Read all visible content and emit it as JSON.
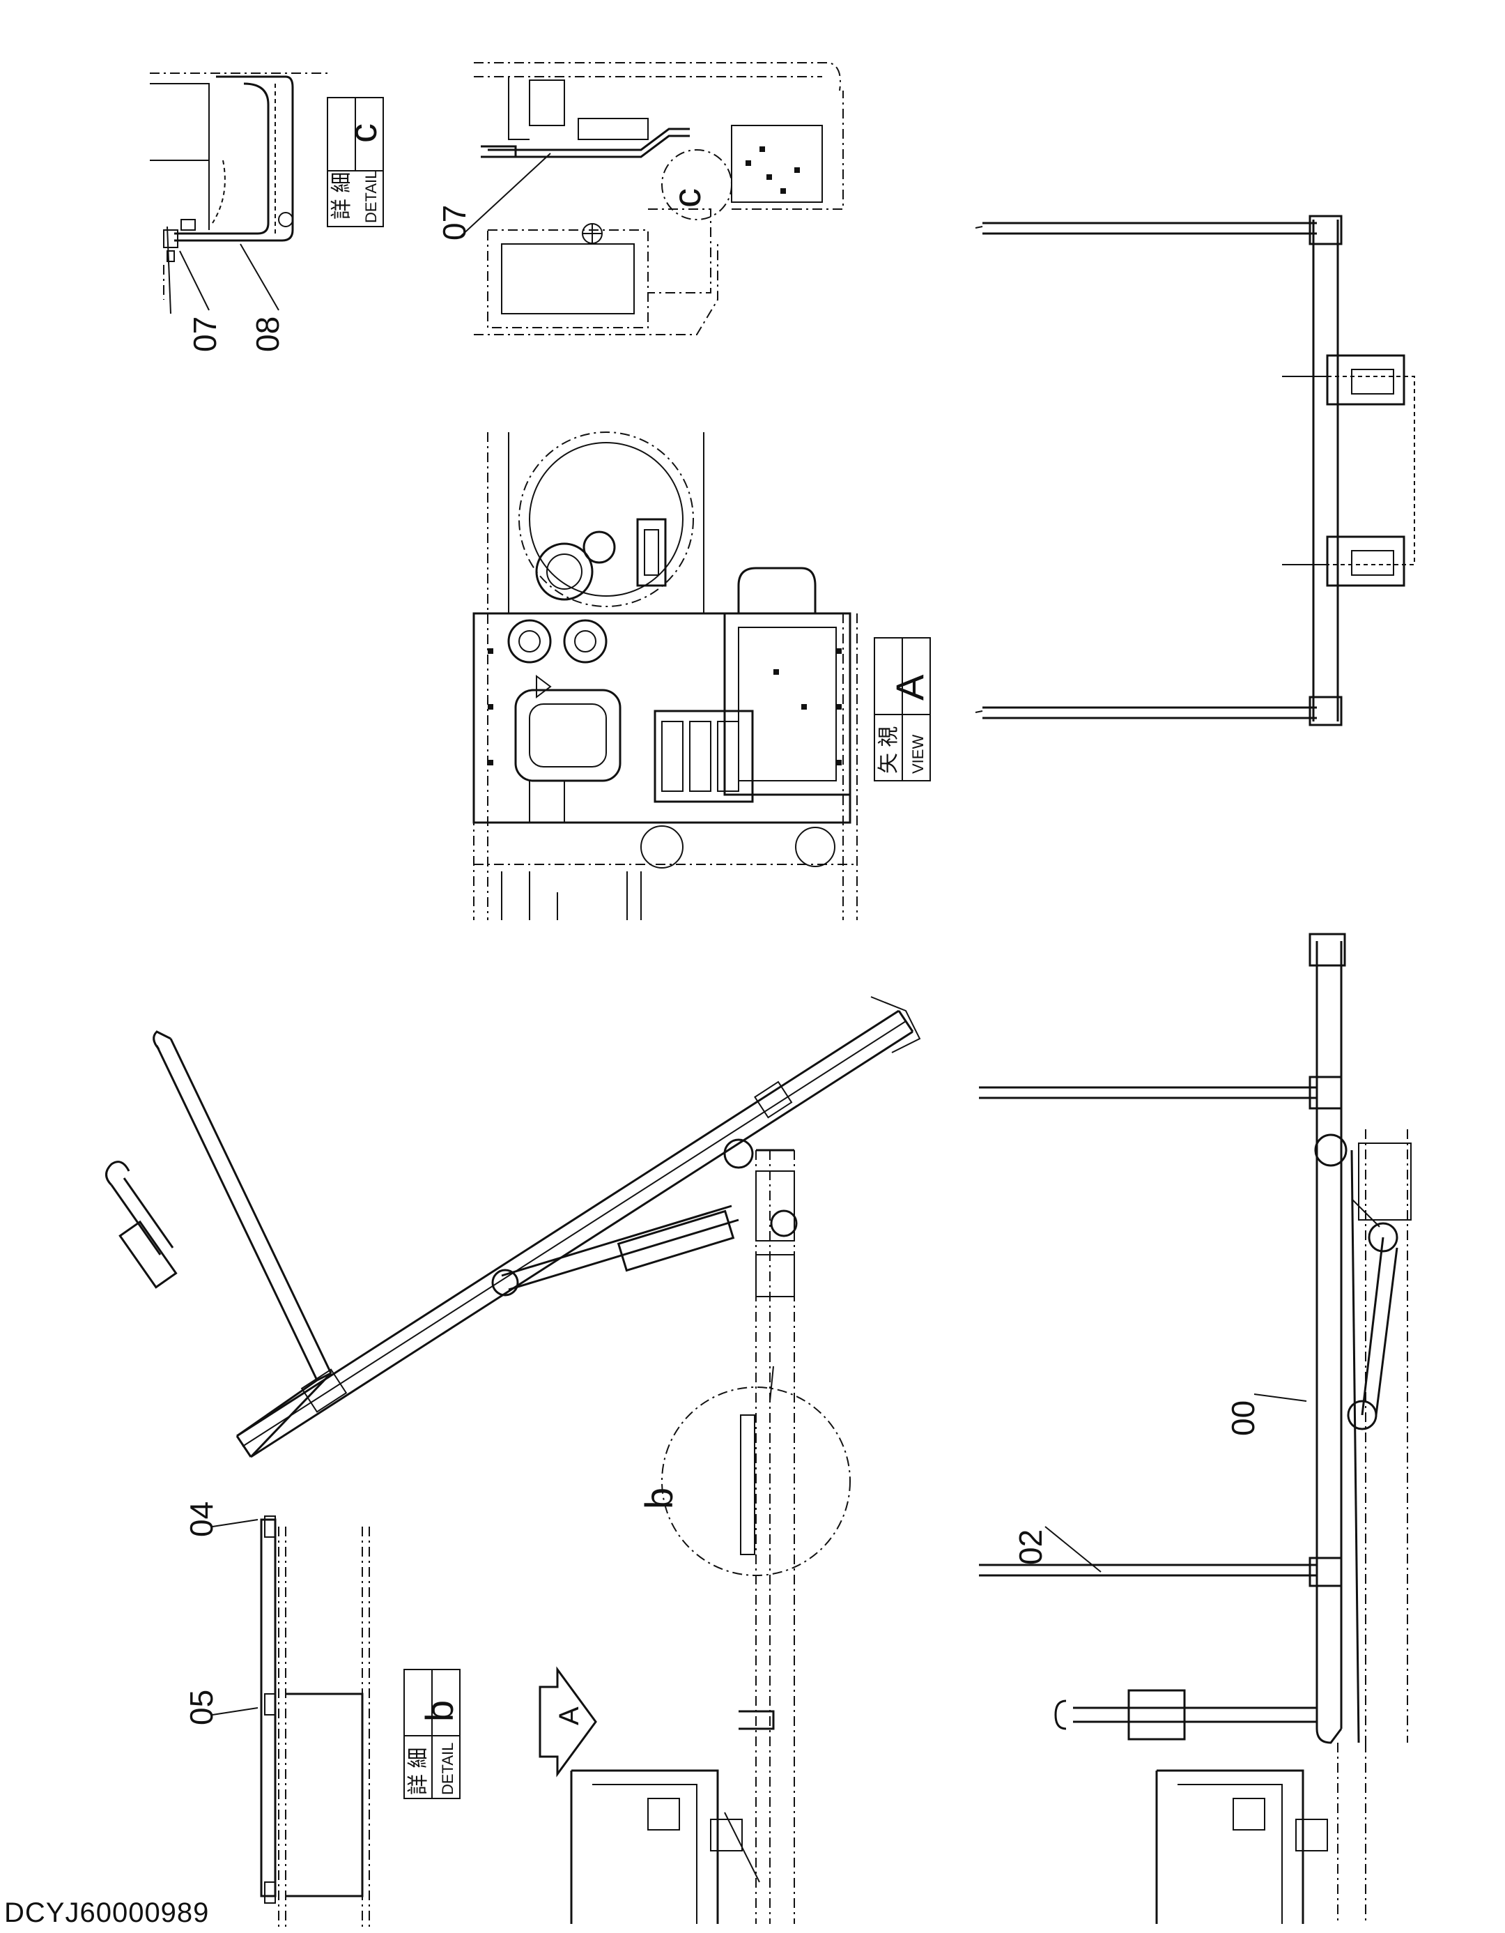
{
  "document_id": "DCYJ60000989",
  "part_numbers": {
    "p00": "00",
    "p02": "02",
    "p04": "04",
    "p05": "05",
    "p07_detail": "07",
    "p07_view": "07",
    "p08": "08"
  },
  "callouts": {
    "b": "b",
    "c": "c",
    "view_arrow": "A"
  },
  "detail_b": {
    "jp": "詳 細",
    "en": "DETAIL",
    "letter": "b"
  },
  "detail_c": {
    "jp": "詳 細",
    "en": "DETAIL",
    "letter": "c"
  },
  "view_a": {
    "jp": "矢 視",
    "en": "VIEW",
    "letter": "A"
  }
}
